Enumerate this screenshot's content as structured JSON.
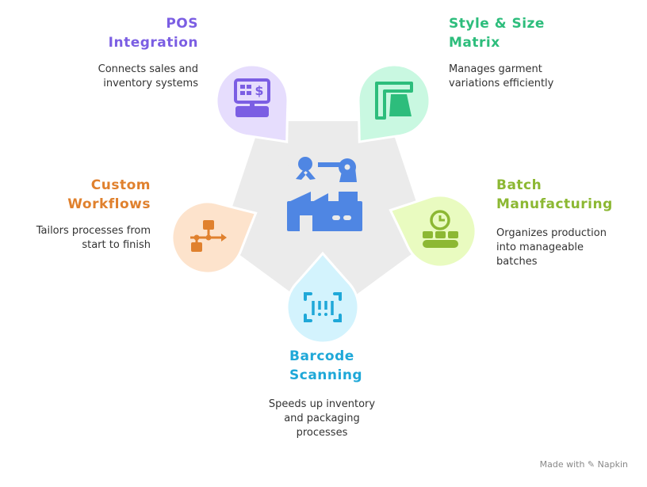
{
  "center": {
    "icon": "robotic-factory-icon",
    "color": "#4f86e3",
    "bg": "#ebebeb"
  },
  "items": [
    {
      "title1": "POS",
      "title2": "Integration",
      "desc1": "Connects sales and",
      "desc2": "inventory systems",
      "desc3": "",
      "icon": "pos-terminal-icon",
      "color": "#7b5ee3",
      "bg": "#e6ddfd"
    },
    {
      "title1": "Style & Size",
      "title2": "Matrix",
      "desc1": "Manages garment",
      "desc2": "variations efficiently",
      "desc3": "",
      "icon": "garment-measure-icon",
      "color": "#2dbd7c",
      "bg": "#c9f8e1"
    },
    {
      "title1": "Custom",
      "title2": "Workflows",
      "desc1": "Tailors processes from",
      "desc2": "start to finish",
      "desc3": "",
      "icon": "workflow-icon",
      "color": "#e0812e",
      "bg": "#fde3cc"
    },
    {
      "title1": "Batch",
      "title2": "Manufacturing",
      "desc1": "Organizes production",
      "desc2": "into manageable",
      "desc3": "batches",
      "icon": "conveyor-clock-icon",
      "color": "#8cb833",
      "bg": "#e9fbc0"
    },
    {
      "title1": "Barcode",
      "title2": "Scanning",
      "desc1": "Speeds up inventory",
      "desc2": "and packaging",
      "desc3": "processes",
      "icon": "barcode-scan-icon",
      "color": "#1fa8d8",
      "bg": "#d3f3fd"
    }
  ],
  "footer": "Made with ✎ Napkin"
}
